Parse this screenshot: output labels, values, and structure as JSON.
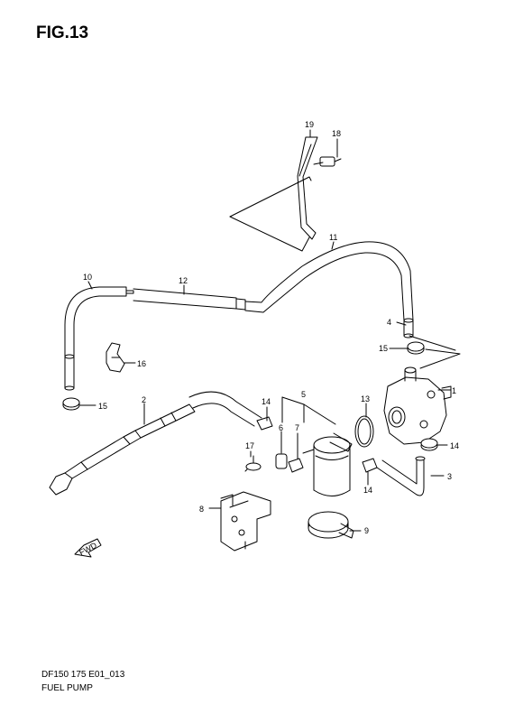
{
  "header": {
    "figure_label": "FIG.13"
  },
  "footer": {
    "code": "DF150 175 E01_013",
    "name": "FUEL PUMP"
  },
  "callouts": [
    "1",
    "2",
    "3",
    "4",
    "5",
    "6",
    "7",
    "8",
    "9",
    "10",
    "11",
    "12",
    "13",
    "14",
    "14",
    "14",
    "15",
    "15",
    "16",
    "17",
    "18",
    "19"
  ],
  "direction_marker": "FWD"
}
